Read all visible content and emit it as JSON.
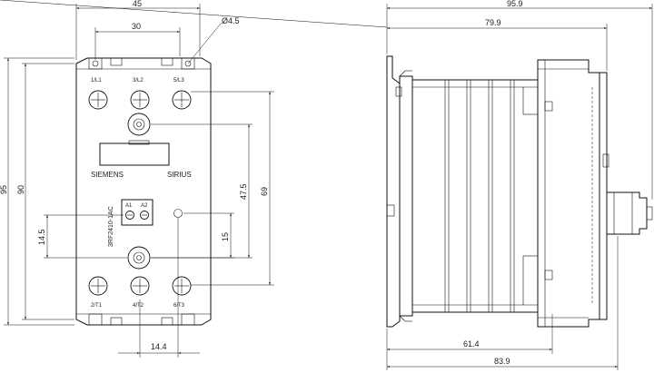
{
  "front_view": {
    "dims": {
      "width_total": "45",
      "hole_spacing": "30",
      "hole_diameter": "Ø4.5",
      "height_total": "95",
      "height_inner": "90",
      "terminal_vertical": "69",
      "center_vertical": "47.5",
      "control_offset_left": "14.5",
      "control_offset_right": "15",
      "bottom_spacing": "14.4"
    },
    "terminals_top": [
      "1/L1",
      "3/L2",
      "5/L3"
    ],
    "terminals_bottom": [
      "2/T1",
      "4/T2",
      "6/T3"
    ],
    "control_labels": [
      "A1",
      "A2"
    ],
    "brand": "SIEMENS",
    "series": "SIRIUS",
    "model": "3RF2410-1AC"
  },
  "side_view": {
    "dims": {
      "depth_total": "95.9",
      "depth_upper": "79.9",
      "depth_lower_1": "61.4",
      "depth_lower_2": "83.9"
    }
  }
}
